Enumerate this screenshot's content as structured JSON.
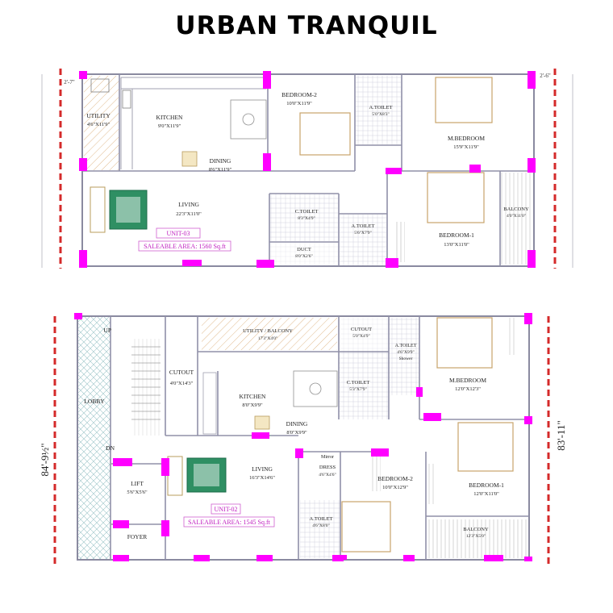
{
  "title": "URBAN TRANQUIL",
  "unit03": {
    "unit_label": "UNIT-03",
    "saleable_area": "SALEABLE AREA: 1560 Sq.ft",
    "left_offset": "2'-7\"",
    "right_offset": "2'-6\"",
    "utility": {
      "name": "UTILITY",
      "size": "4'6\"X11'9\""
    },
    "kitchen": {
      "name": "KITCHEN",
      "size": "9'0\"X11'9\""
    },
    "dining": {
      "name": "DINING",
      "size": "8'6\"X11'9\""
    },
    "bedroom2": {
      "name": "BEDROOM-2",
      "size": "10'0\"X11'9\""
    },
    "a_toilet_top": {
      "name": "A.TOILET",
      "size": "5'0\"X8'3\""
    },
    "m_bedroom": {
      "name": "M.BEDROOM",
      "size": "15'9\"X11'9\""
    },
    "living": {
      "name": "LIVING",
      "size": "22'3\"X11'0\""
    },
    "c_toilet": {
      "name": "C.TOILET",
      "size": "8'3\"X4'9\""
    },
    "a_toilet_mid": {
      "name": "A.TOILET",
      "size": "5'6\"X7'9\""
    },
    "duct": {
      "name": "DUCT",
      "size": "8'0\"X2'6\""
    },
    "bedroom1": {
      "name": "BEDROOM-1",
      "size": "13'0\"X11'0\""
    },
    "balcony": {
      "name": "BALCONY",
      "size": "4'0\"X11'0\""
    }
  },
  "unit02": {
    "unit_label": "UNIT-02",
    "saleable_area": "SALEABLE AREA: 1545 Sq.ft",
    "left_dim": "84'-9½\"",
    "right_dim": "83'-11\"",
    "up_label": "UP",
    "dn_label": "DN",
    "lobby": "LOBBY",
    "cutout_left": {
      "name": "CUTOUT",
      "size": "4'0\"X14'3\""
    },
    "utility_balcony": {
      "name": "UTILITY / BALCONY",
      "size": "17'3\"X4'0\""
    },
    "cutout_top": {
      "name": "CUTOUT",
      "size": "5'0\"X4'9\""
    },
    "a_toilet_top": {
      "name": "A.TOILET",
      "size": "4'6\"X9'9\"",
      "note": "Shower"
    },
    "m_bedroom": {
      "name": "M.BEDROOM",
      "size": "12'0\"X12'3\""
    },
    "c_toilet": {
      "name": "C.TOILET",
      "size": "5'3\"X7'9\""
    },
    "kitchen": {
      "name": "KITCHEN",
      "size": "8'0\"X9'9\""
    },
    "dining": {
      "name": "DINING",
      "size": "8'0\"X9'9\""
    },
    "lift": {
      "name": "LIFT",
      "size": "5'6\"X5'6\""
    },
    "living": {
      "name": "LIVING",
      "size": "16'3\"X14'6\""
    },
    "dress": {
      "name": "DRESS",
      "size": "4'6\"X4'6\"",
      "note": "Mirror"
    },
    "bedroom2": {
      "name": "BEDROOM-2",
      "size": "10'0\"X12'9\""
    },
    "bedroom1": {
      "name": "BEDROOM-1",
      "size": "12'0\"X11'0\""
    },
    "a_toilet_bottom": {
      "name": "A.TOILET",
      "size": "4'6\"X8'0\""
    },
    "foyer": "FOYER",
    "balcony": {
      "name": "BALCONY",
      "size": "12'3\"X5'0\""
    }
  }
}
